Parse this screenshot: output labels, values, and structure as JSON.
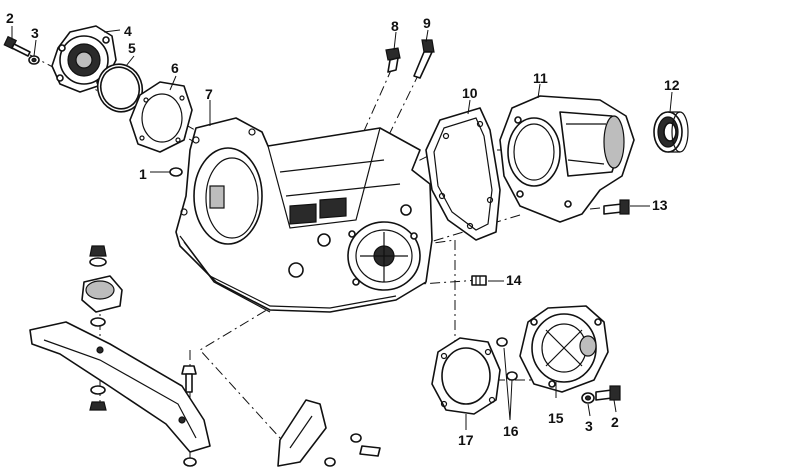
{
  "diagram": {
    "type": "exploded-parts-diagram",
    "callouts": [
      {
        "id": "c2a",
        "label": "2"
      },
      {
        "id": "c3a",
        "label": "3"
      },
      {
        "id": "c4",
        "label": "4"
      },
      {
        "id": "c5",
        "label": "5"
      },
      {
        "id": "c6",
        "label": "6"
      },
      {
        "id": "c7",
        "label": "7"
      },
      {
        "id": "c1",
        "label": "1"
      },
      {
        "id": "c8",
        "label": "8"
      },
      {
        "id": "c9",
        "label": "9"
      },
      {
        "id": "c10",
        "label": "10"
      },
      {
        "id": "c11",
        "label": "11"
      },
      {
        "id": "c12",
        "label": "12"
      },
      {
        "id": "c13",
        "label": "13"
      },
      {
        "id": "c14",
        "label": "14"
      },
      {
        "id": "c15",
        "label": "15"
      },
      {
        "id": "c16",
        "label": "16"
      },
      {
        "id": "c17",
        "label": "17"
      },
      {
        "id": "c3b",
        "label": "3"
      },
      {
        "id": "c2b",
        "label": "2"
      }
    ]
  },
  "colors": {
    "ink": "#111111",
    "background": "#ffffff",
    "shade": "#2a2a2a",
    "midtone": "#bdbdbd"
  }
}
